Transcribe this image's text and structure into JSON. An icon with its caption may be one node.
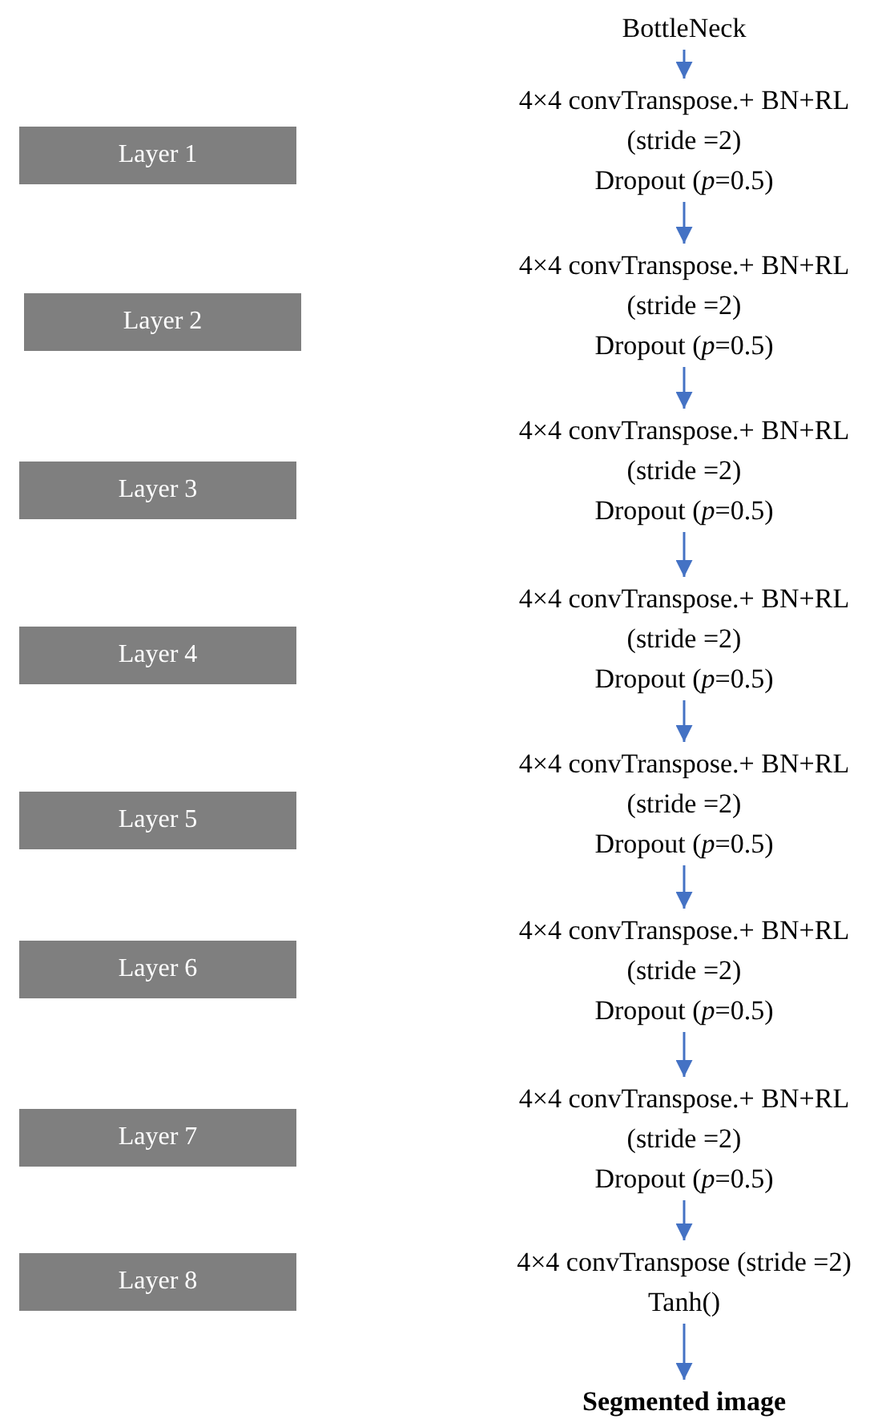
{
  "diagram": {
    "nodes": [
      {
        "text": [
          "BottleNeck"
        ]
      },
      {
        "text": [
          "Layer 1"
        ]
      },
      {
        "text": [
          "4×4 convTranspose.+ BN+RL",
          "(stride =2)",
          "Dropout (*p*=0.5)"
        ]
      },
      {
        "text": [
          "Layer 2"
        ]
      },
      {
        "text": [
          "4×4 convTranspose.+ BN+RL",
          "(stride =2)",
          "Dropout (*p*=0.5)"
        ]
      },
      {
        "text": [
          "Layer 3"
        ]
      },
      {
        "text": [
          "4×4 convTranspose.+ BN+RL",
          "(stride =2)",
          "Dropout (*p*=0.5)"
        ]
      },
      {
        "text": [
          "Layer 4"
        ]
      },
      {
        "text": [
          "4×4 convTranspose.+ BN+RL",
          "(stride =2)",
          "Dropout (*p*=0.5)"
        ]
      },
      {
        "text": [
          "Layer 5"
        ]
      },
      {
        "text": [
          "4×4 convTranspose.+ BN+RL",
          "(stride =2)",
          "Dropout (*p*=0.5)"
        ]
      },
      {
        "text": [
          "Layer 6"
        ]
      },
      {
        "text": [
          "4×4 convTranspose.+ BN+RL",
          "(stride =2)",
          "Dropout (*p*=0.5)"
        ]
      },
      {
        "text": [
          "Layer 7"
        ]
      },
      {
        "text": [
          "4×4 convTranspose.+ BN+RL",
          "(stride =2)",
          "Dropout (*p*=0.5)"
        ]
      },
      {
        "text": [
          "Layer 8"
        ]
      },
      {
        "text": [
          "4×4 convTranspose (stride =2)",
          "Tanh()"
        ]
      },
      {
        "text": [
          "Segmented image"
        ]
      }
    ],
    "edges": [
      {
        "from": 0,
        "to": 2,
        "arrow": "to"
      },
      {
        "from": 2,
        "to": 4,
        "arrow": "to"
      },
      {
        "from": 4,
        "to": 6,
        "arrow": "to"
      },
      {
        "from": 6,
        "to": 8,
        "arrow": "to"
      },
      {
        "from": 8,
        "to": 10,
        "arrow": "to"
      },
      {
        "from": 10,
        "to": 12,
        "arrow": "to"
      },
      {
        "from": 12,
        "to": 14,
        "arrow": "to"
      },
      {
        "from": 14,
        "to": 16,
        "arrow": "to"
      },
      {
        "from": 16,
        "to": 17,
        "arrow": "to"
      }
    ]
  }
}
